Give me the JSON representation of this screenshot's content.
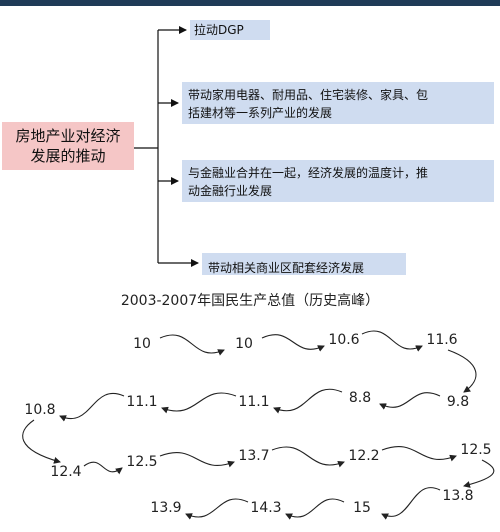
{
  "root": {
    "title_line1": "房地产业对经济",
    "title_line2": "发展的推动"
  },
  "branches": [
    {
      "text": "拉动DGP"
    },
    {
      "line1": "带动家用电器、耐用品、住宅装修、家具、包",
      "line2": "括建材等一系列产业的发展"
    },
    {
      "line1": "与金融业合并在一起，经济发展的温度计，推",
      "line2": "动金融行业发展"
    },
    {
      "text": "带动相关商业区配套经济发展"
    }
  ],
  "chart_title": "2003-2007年国民生产总值（历史高峰）",
  "colors": {
    "topbar": "#1f3b57",
    "root_bg": "#f5c6c6",
    "branch_bg": "#cfdcf0"
  },
  "chart_data": {
    "type": "table",
    "values": [
      "10",
      "10",
      "10.6",
      "11.6",
      "9.8",
      "8.8",
      "11.1",
      "11.1",
      "10.8",
      "12.4",
      "12.5",
      "13.7",
      "12.2",
      "12.5",
      "13.8",
      "15",
      "14.3",
      "13.9"
    ]
  }
}
